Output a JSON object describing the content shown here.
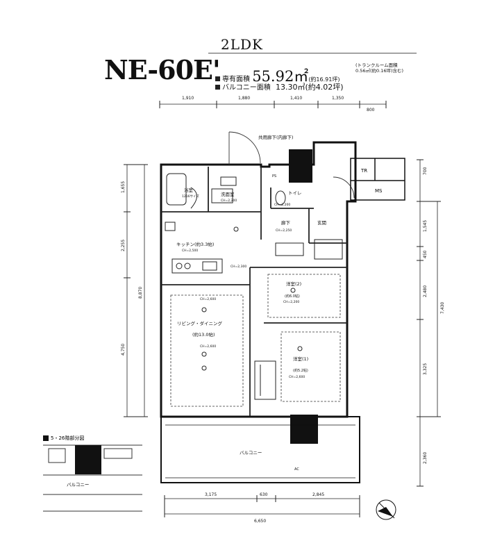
{
  "header": {
    "layout_type": "2LDK",
    "plan_name": "NE-60E'",
    "exclusive_area_label": "専有面積",
    "exclusive_area_value": "55.92㎡",
    "exclusive_area_tsubo": "(約16.91坪)",
    "exclusive_area_note_1": "(トランクルーム面積",
    "exclusive_area_note_2": "0.56㎡(約0.16坪)含む)",
    "balcony_area_label": "バルコニー面積",
    "balcony_area_value": "13.30㎡(約4.02坪)"
  },
  "dimensions": {
    "top": [
      "1,910",
      "1,880",
      "1,410",
      "1,350",
      "800"
    ],
    "left": [
      "1,655",
      "2,255",
      "4,750",
      "8,870"
    ],
    "right": [
      "700",
      "1,545",
      "450",
      "2,480",
      "7,430",
      "3,325",
      "2,360"
    ],
    "bottom": [
      "3,175",
      "630",
      "2,845",
      "6,650"
    ]
  },
  "rooms": {
    "corridor": "共用廊下(内廊下)",
    "bath": "浴室",
    "bath_size": "1216サイズ",
    "washroom": "洗面室",
    "washroom_ch": "CH=2,200",
    "toilet": "トイレ",
    "toilet_ch": "CH=2,200",
    "entrance": "玄関",
    "corridor_in": "廊下",
    "corridor_in_ch": "CH=2,250",
    "kitchen": "キッチン(約3.3帖)",
    "kitchen_ch": "CH=2,500",
    "ch_2200": "CH=2,200",
    "ch_2300": "CH=2,300",
    "ch_2600": "CH=2,600",
    "living": "リビング・ダイニング",
    "living_size": "(約13.0帖)",
    "western2": "洋室(2)",
    "western2_size": "(約6.0帖)",
    "western1": "洋室(1)",
    "western1_size": "(約5.2帖)",
    "balcony": "バルコニー",
    "tr": "TR",
    "ms": "MS",
    "ps": "PS",
    "ac": "AC"
  },
  "inset": {
    "title": "5・26階部分図",
    "balcony": "バルコニー"
  }
}
